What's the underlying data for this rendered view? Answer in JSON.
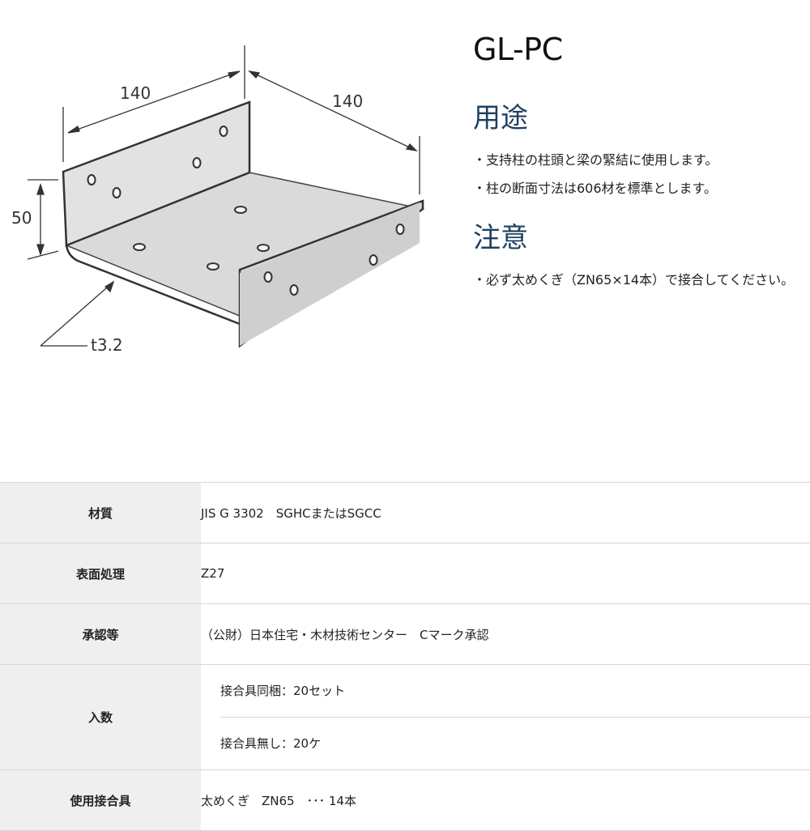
{
  "product": {
    "code": "GL-PC"
  },
  "figure": {
    "dim_width": "140",
    "dim_depth": "140",
    "dim_height": "50",
    "dim_thickness": "t3.2"
  },
  "usage": {
    "heading": "用途",
    "items": [
      "・支持柱の柱頭と梁の緊結に使用します。",
      "・柱の断面寸法は606材を標準とします。"
    ]
  },
  "caution": {
    "heading": "注意",
    "items": [
      "・必ず太めくぎ（ZN65×14本）で接合してください。"
    ]
  },
  "specs": {
    "material": {
      "label": "材質",
      "value": "JIS G 3302　SGHCまたはSGCC"
    },
    "surface": {
      "label": "表面処理",
      "value": "Z27"
    },
    "approval": {
      "label": "承認等",
      "value": "（公財）日本住宅・木材技術センター　Cマーク承認"
    },
    "quantity": {
      "label": "入数",
      "values": [
        "接合具同梱：20セット",
        "接合具無し：20ケ"
      ]
    },
    "fasteners": {
      "label": "使用接合具",
      "value": "太めくぎ　ZN65　･･･ 14本"
    }
  },
  "colors": {
    "heading": "#1f3f5f",
    "label_bg": "#efefef",
    "metal_light": "#dedede",
    "metal_dark": "#c4c4c4"
  }
}
